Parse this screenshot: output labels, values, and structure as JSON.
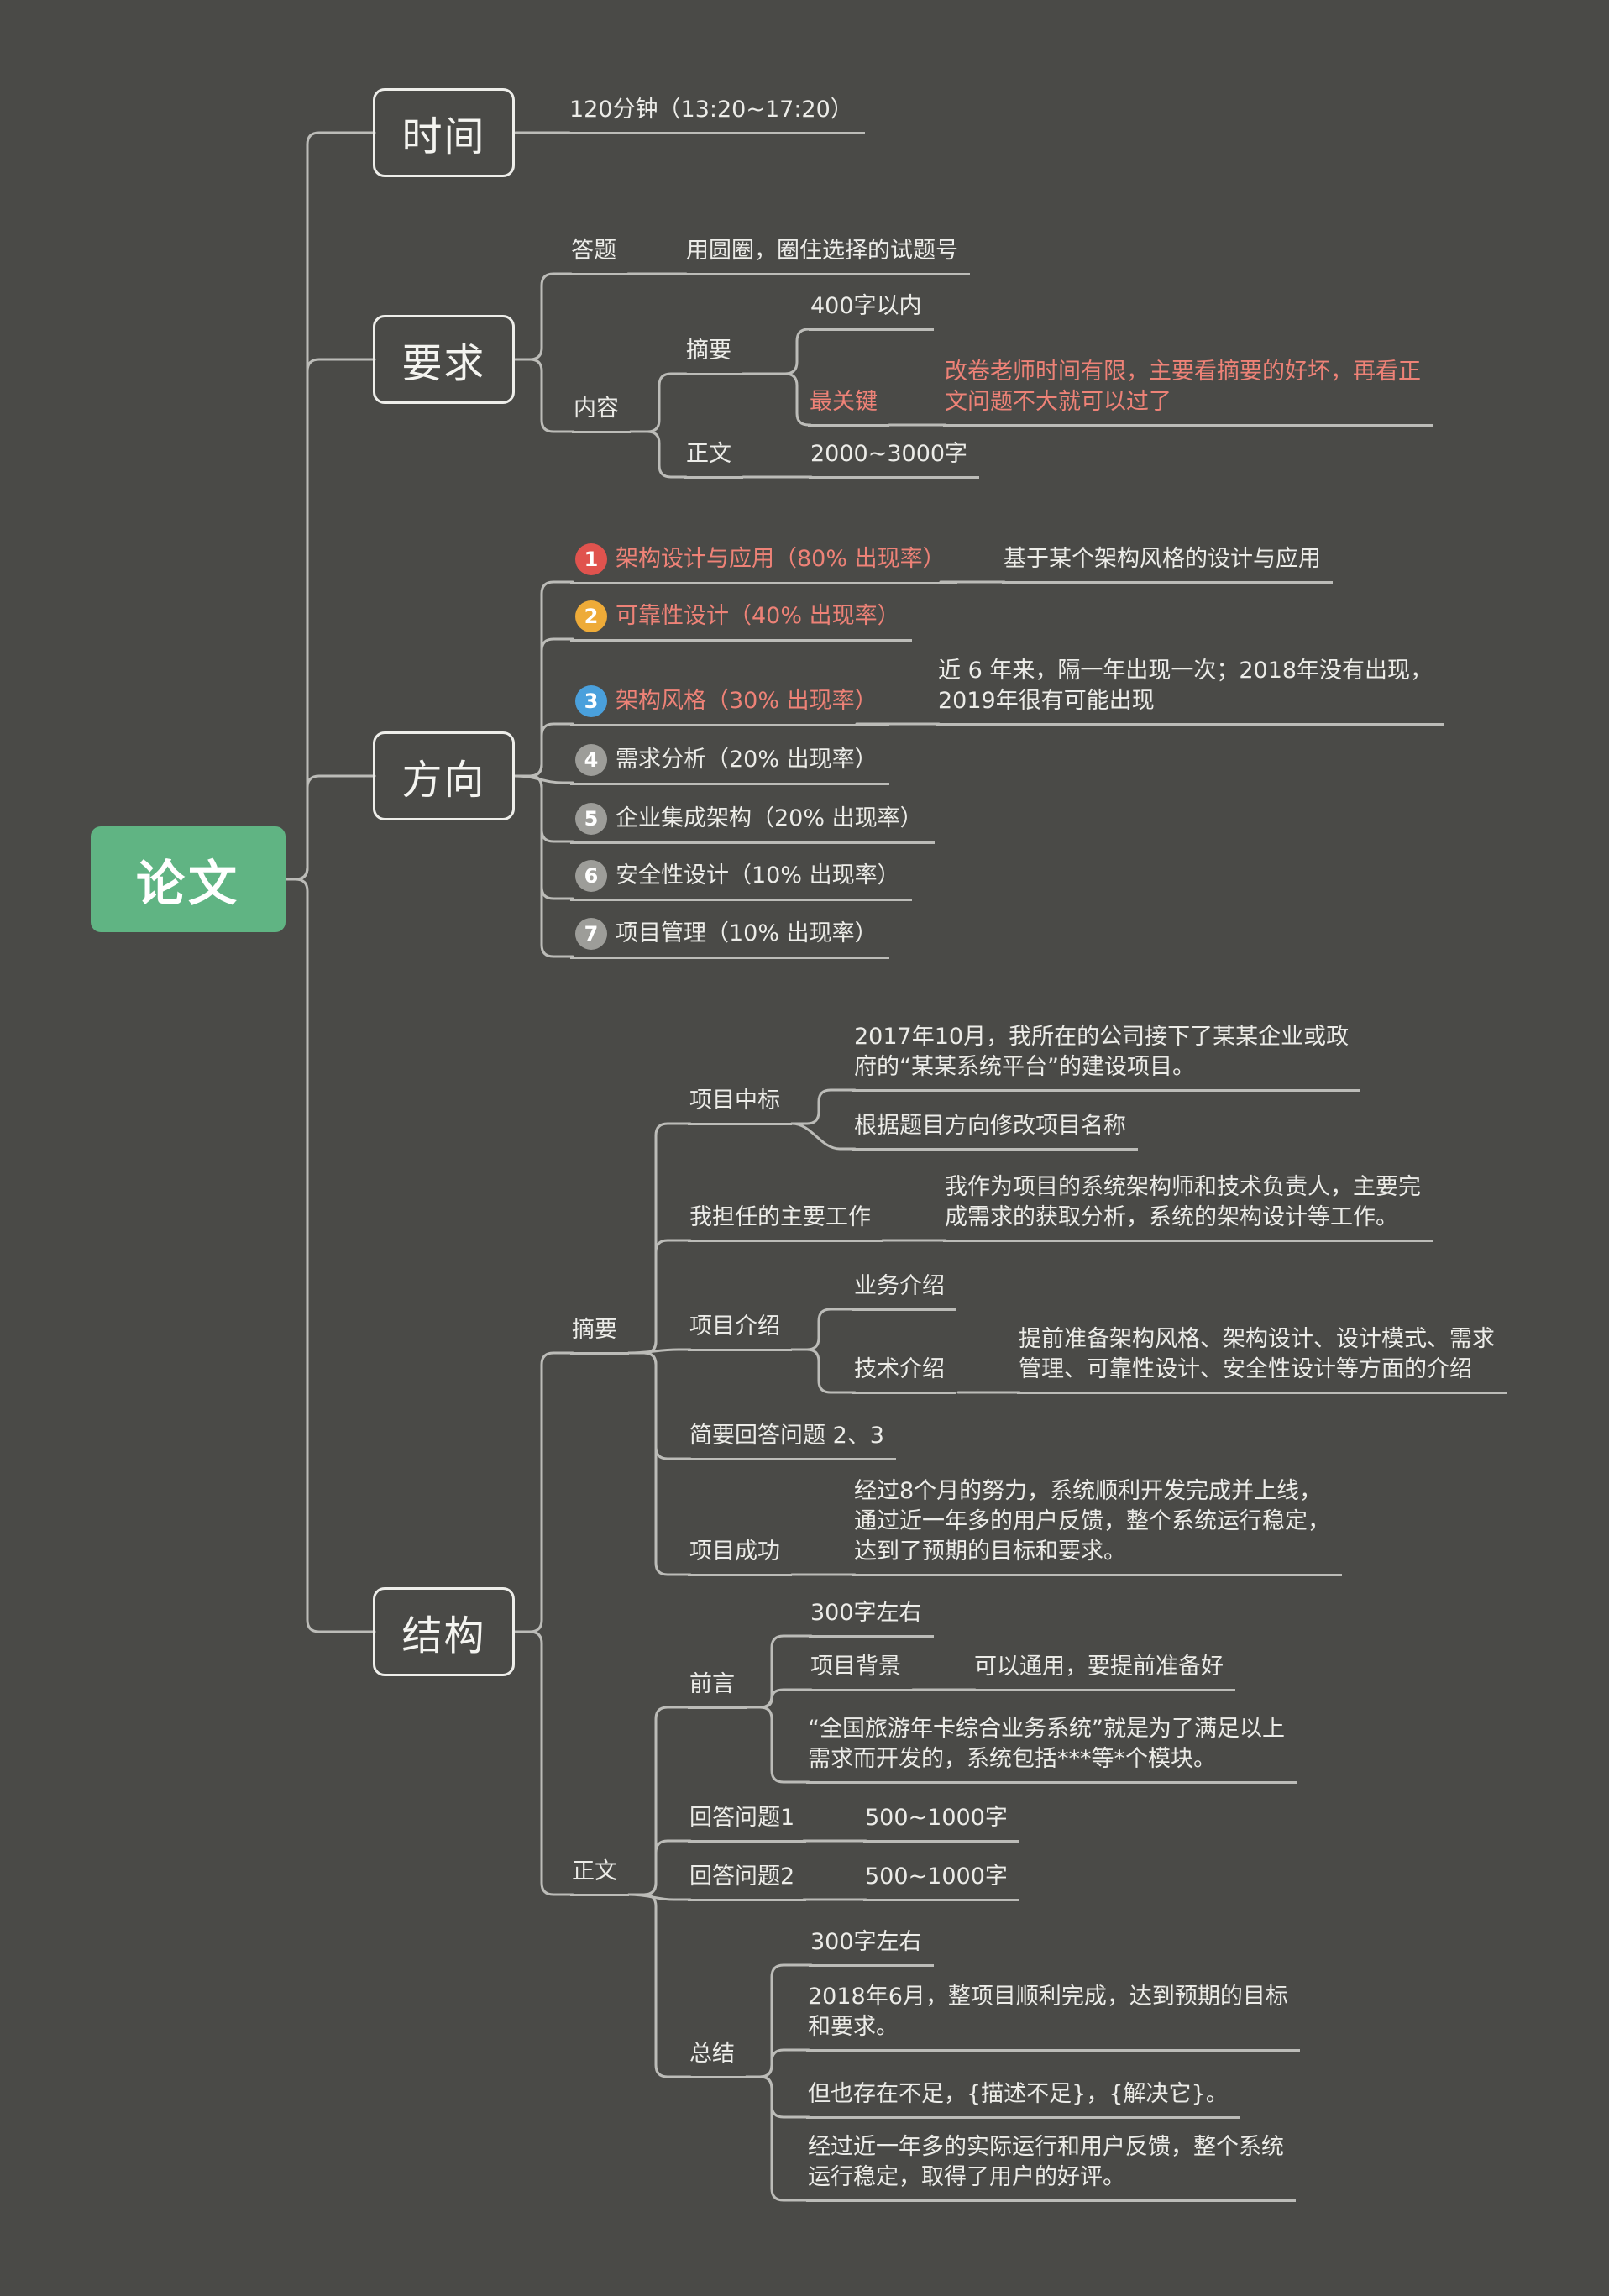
{
  "root": {
    "label": "论文"
  },
  "branches": {
    "time": {
      "label": "时间",
      "detail": "120分钟（13:20~17:20）"
    },
    "requirements": {
      "label": "要求",
      "answer": {
        "label": "答题",
        "note": "用圆圈，圈住选择的试题号"
      },
      "content": {
        "label": "内容",
        "abstract": {
          "label": "摘要",
          "limit": "400字以内",
          "key": {
            "label": "最关键",
            "note": "改卷老师时间有限，主要看摘要的好坏，再看正\n文问题不大就可以过了"
          }
        },
        "body": {
          "label": "正文",
          "limit": "2000~3000字"
        }
      }
    },
    "directions": {
      "label": "方向",
      "items": [
        {
          "num": "1",
          "label": "架构设计与应用（80% 出现率）",
          "note": "基于某个架构风格的设计与应用"
        },
        {
          "num": "2",
          "label": "可靠性设计（40% 出现率）"
        },
        {
          "num": "3",
          "label": "架构风格（30% 出现率）",
          "note": "近 6 年来，隔一年出现一次；2018年没有出现，\n2019年很有可能出现"
        },
        {
          "num": "4",
          "label": "需求分析（20% 出现率）"
        },
        {
          "num": "5",
          "label": "企业集成架构（20% 出现率）"
        },
        {
          "num": "6",
          "label": "安全性设计（10% 出现率）"
        },
        {
          "num": "7",
          "label": "项目管理（10% 出现率）"
        }
      ]
    },
    "structure": {
      "label": "结构",
      "abstract": {
        "label": "摘要",
        "bid": {
          "label": "项目中标",
          "note1": "2017年10月，我所在的公司接下了某某企业或政\n府的“某某系统平台”的建设项目。",
          "note2": "根据题目方向修改项目名称"
        },
        "work": {
          "label": "我担任的主要工作",
          "note": "我作为项目的系统架构师和技术负责人，主要完\n成需求的获取分析，系统的架构设计等工作。"
        },
        "intro": {
          "label": "项目介绍",
          "business": "业务介绍",
          "tech": {
            "label": "技术介绍",
            "note": "提前准备架构风格、架构设计、设计模式、需求\n管理、可靠性设计、安全性设计等方面的介绍"
          }
        },
        "brief": "简要回答问题 2、3",
        "success": {
          "label": "项目成功",
          "note": "经过8个月的努力，系统顺利开发完成并上线，\n通过近一年多的用户反馈，整个系统运行稳定，\n达到了预期的目标和要求。"
        }
      },
      "body": {
        "label": "正文",
        "preface": {
          "label": "前言",
          "length": "300字左右",
          "background": {
            "label": "项目背景",
            "note": "可以通用，要提前准备好"
          },
          "example": "“全国旅游年卡综合业务系统”就是为了满足以上\n需求而开发的，系统包括***等*个模块。"
        },
        "q1": {
          "label": "回答问题1",
          "length": "500~1000字"
        },
        "q2": {
          "label": "回答问题2",
          "length": "500~1000字"
        },
        "summary": {
          "label": "总结",
          "length": "300字左右",
          "note1": "2018年6月，整项目顺利完成，达到预期的目标\n和要求。",
          "note2": "但也存在不足，{描述不足}，{解决它}。",
          "note3": "经过近一年多的实际运行和用户反馈，整个系统\n运行稳定，取得了用户的好评。"
        }
      }
    }
  },
  "colors": {
    "background": "#4a4a47",
    "root_green": "#60b483",
    "line_gray": "#bcbcb8",
    "text_light": "#ecece8",
    "highlight_red": "#ee8277",
    "badge_red": "#e0534e",
    "badge_amber": "#eeab38",
    "badge_blue": "#4aa0dc",
    "badge_gray": "#9d9d99"
  }
}
